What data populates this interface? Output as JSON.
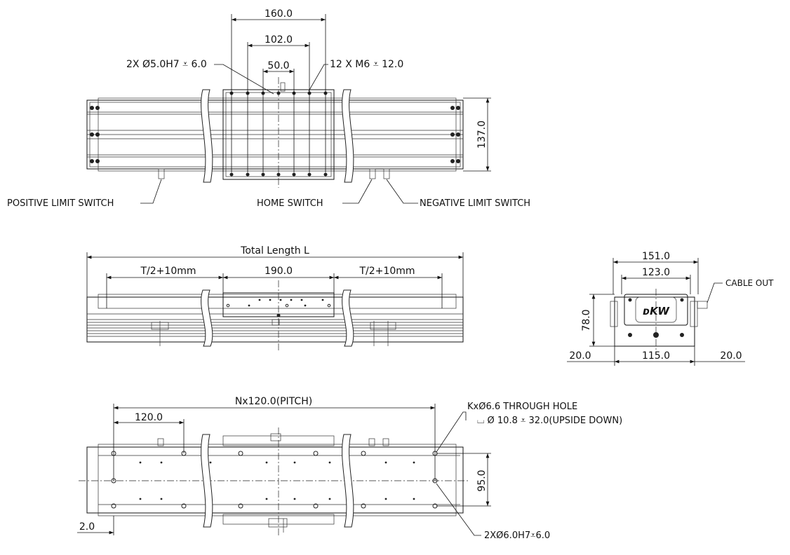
{
  "top_view": {
    "dim_160": "160.0",
    "dim_102": "102.0",
    "dim_50": "50.0",
    "dim_137": "137.0",
    "callout_pin_holes": "2X Ø5.0H7 ⩡ 6.0",
    "callout_tapped_holes": "12 X  M6 ⩡ 12.0",
    "label_positive_limit": "POSITIVE LIMIT SWITCH",
    "label_home": "HOME SWITCH",
    "label_negative_limit": "NEGATIVE LIMIT SWITCH"
  },
  "side_view": {
    "total_length": "Total Length L",
    "dim_left": "T/2+10mm",
    "dim_190": "190.0",
    "dim_right": "T/2+10mm"
  },
  "end_view": {
    "dim_151": "151.0",
    "dim_123": "123.0",
    "dim_78": "78.0",
    "dim_20_left": "20.0",
    "dim_115": "115.0",
    "dim_20_right": "20.0",
    "cable_out": "CABLE OUT"
  },
  "bottom_view": {
    "pitch": "Nx120.0(PITCH)",
    "dim_120": "120.0",
    "dim_95": "95.0",
    "dim_2": "2.0",
    "through_hole": "KxØ6.6 THROUGH HOLE",
    "counterbore": "⌴ Ø 10.8 ⩡ 32.0(UPSIDE DOWN)",
    "pin_holes": "2XØ6.0H7⩡6.0"
  }
}
